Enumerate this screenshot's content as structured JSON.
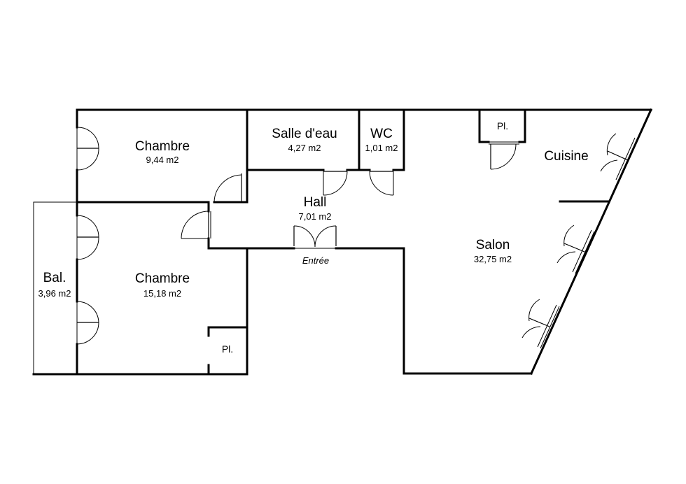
{
  "rooms": {
    "chambre1": {
      "name": "Chambre",
      "area": "9,44 m2"
    },
    "salle_eau": {
      "name": "Salle d'eau",
      "area": "4,27 m2"
    },
    "wc": {
      "name": "WC",
      "area": "1,01 m2"
    },
    "cuisine": {
      "name": "Cuisine"
    },
    "hall": {
      "name": "Hall",
      "area": "7,01 m2"
    },
    "salon": {
      "name": "Salon",
      "area": "32,75 m2"
    },
    "balcon": {
      "name": "Bal.",
      "area": "3,96 m2"
    },
    "chambre2": {
      "name": "Chambre",
      "area": "15,18 m2"
    }
  },
  "placards": {
    "cuisine": "Pl.",
    "chambre": "Pl."
  },
  "entrance": "Entrée"
}
